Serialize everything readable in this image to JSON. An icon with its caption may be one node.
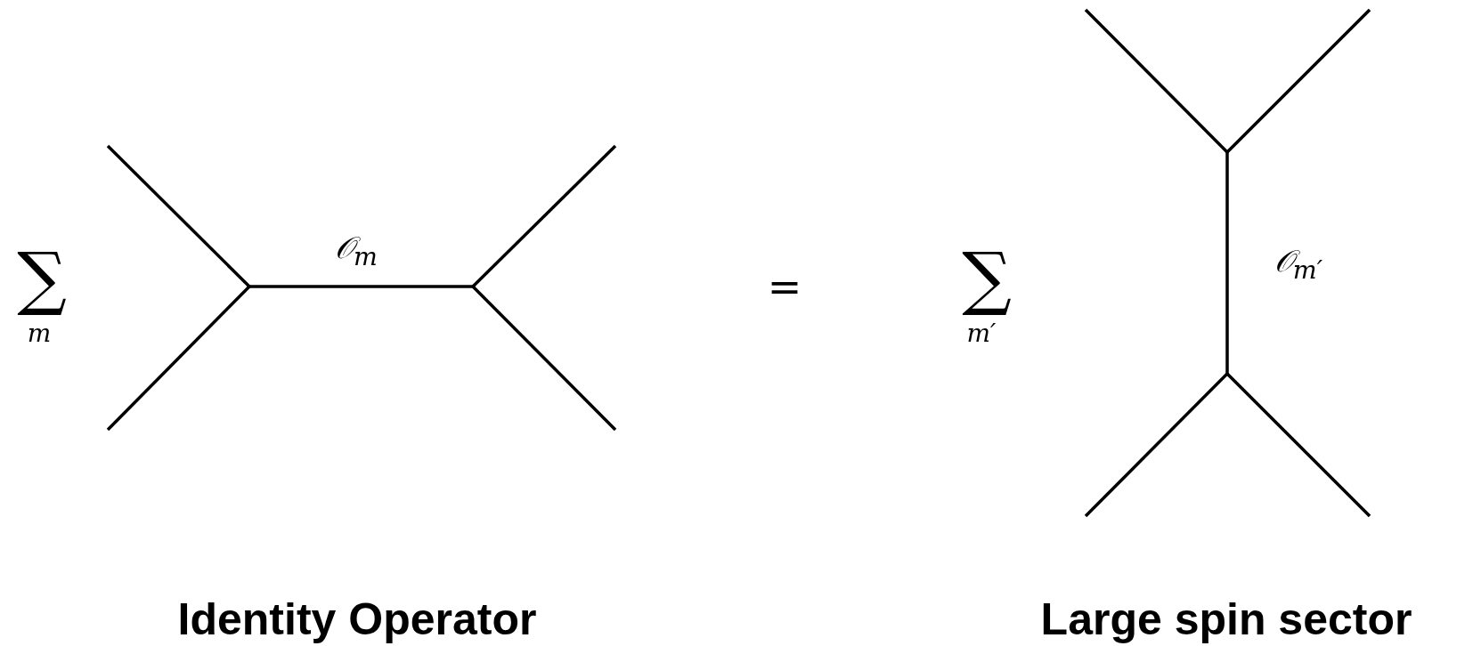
{
  "diagram": {
    "labels": [
      "∑",
      "m",
      "𝒪$_{m}$",
      "=",
      "∑",
      "m′",
      "𝒪$_{m′}$",
      "Identity Operator",
      "Large spin sector"
    ]
  }
}
